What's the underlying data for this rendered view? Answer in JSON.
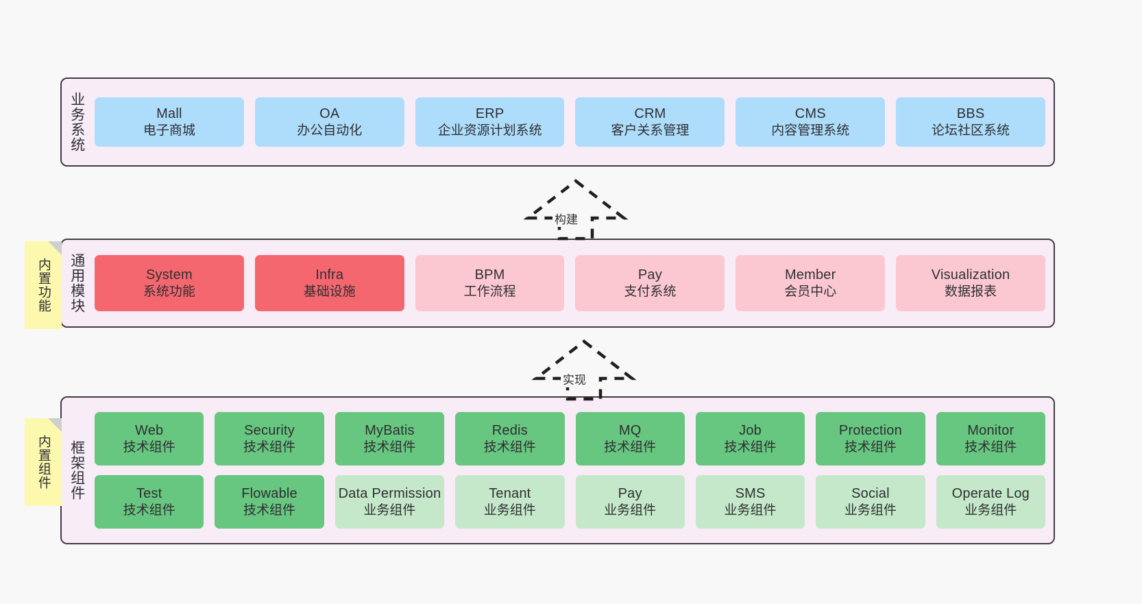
{
  "layers": [
    {
      "id": "business",
      "title": "业务系统",
      "rows": [
        {
          "cards": [
            {
              "name": "Mall",
              "sub": "电子商城",
              "color": "#aeddfb",
              "variant": "c-blue"
            },
            {
              "name": "OA",
              "sub": "办公自动化",
              "color": "#aeddfb",
              "variant": "c-blue"
            },
            {
              "name": "ERP",
              "sub": "企业资源计划系统",
              "color": "#aeddfb",
              "variant": "c-blue"
            },
            {
              "name": "CRM",
              "sub": "客户关系管理",
              "color": "#aeddfb",
              "variant": "c-blue"
            },
            {
              "name": "CMS",
              "sub": "内容管理系统",
              "color": "#aeddfb",
              "variant": "c-blue"
            },
            {
              "name": "BBS",
              "sub": "论坛社区系统",
              "color": "#aeddfb",
              "variant": "c-blue"
            }
          ]
        }
      ]
    },
    {
      "id": "modules",
      "title": "通用模块",
      "rows": [
        {
          "cards": [
            {
              "name": "System",
              "sub": "系统功能",
              "color": "#f4676f",
              "variant": "c-red"
            },
            {
              "name": "Infra",
              "sub": "基础设施",
              "color": "#f4676f",
              "variant": "c-red"
            },
            {
              "name": "BPM",
              "sub": "工作流程",
              "color": "#fbc8d2",
              "variant": "c-pink"
            },
            {
              "name": "Pay",
              "sub": "支付系统",
              "color": "#fbc8d2",
              "variant": "c-pink"
            },
            {
              "name": "Member",
              "sub": "会员中心",
              "color": "#fbc8d2",
              "variant": "c-pink"
            },
            {
              "name": "Visualization",
              "sub": "数据报表",
              "color": "#fbc8d2",
              "variant": "c-pink"
            }
          ]
        }
      ]
    },
    {
      "id": "framework",
      "title": "框架组件",
      "rows": [
        {
          "cards": [
            {
              "name": "Web",
              "sub": "技术组件",
              "color": "#67c67f",
              "variant": "c-green"
            },
            {
              "name": "Security",
              "sub": "技术组件",
              "color": "#67c67f",
              "variant": "c-green"
            },
            {
              "name": "MyBatis",
              "sub": "技术组件",
              "color": "#67c67f",
              "variant": "c-green"
            },
            {
              "name": "Redis",
              "sub": "技术组件",
              "color": "#67c67f",
              "variant": "c-green"
            },
            {
              "name": "MQ",
              "sub": "技术组件",
              "color": "#67c67f",
              "variant": "c-green"
            },
            {
              "name": "Job",
              "sub": "技术组件",
              "color": "#67c67f",
              "variant": "c-green"
            },
            {
              "name": "Protection",
              "sub": "技术组件",
              "color": "#67c67f",
              "variant": "c-green"
            },
            {
              "name": "Monitor",
              "sub": "技术组件",
              "color": "#67c67f",
              "variant": "c-green"
            }
          ]
        },
        {
          "cards": [
            {
              "name": "Test",
              "sub": "技术组件",
              "color": "#67c67f",
              "variant": "c-green"
            },
            {
              "name": "Flowable",
              "sub": "技术组件",
              "color": "#67c67f",
              "variant": "c-green"
            },
            {
              "name": "Data Permission",
              "sub": "业务组件",
              "color": "#c4e8c9",
              "variant": "c-greenlight"
            },
            {
              "name": "Tenant",
              "sub": "业务组件",
              "color": "#c4e8c9",
              "variant": "c-greenlight"
            },
            {
              "name": "Pay",
              "sub": "业务组件",
              "color": "#c4e8c9",
              "variant": "c-greenlight"
            },
            {
              "name": "SMS",
              "sub": "业务组件",
              "color": "#c4e8c9",
              "variant": "c-greenlight"
            },
            {
              "name": "Social",
              "sub": "业务组件",
              "color": "#c4e8c9",
              "variant": "c-greenlight"
            },
            {
              "name": "Operate Log",
              "sub": "业务组件",
              "color": "#c4e8c9",
              "variant": "c-greenlight"
            }
          ]
        }
      ]
    }
  ],
  "sticky_notes": [
    {
      "id": "modules",
      "text": "内置功能",
      "color": "#fcf8ae"
    },
    {
      "id": "framework",
      "text": "内置组件",
      "color": "#fcf8ae"
    }
  ],
  "arrows": [
    {
      "id": "build",
      "label": "构建"
    },
    {
      "id": "realize",
      "label": "实现"
    }
  ],
  "colors": {
    "canvas_background": "#f8f8f8",
    "layer_background": "#f8ecf7",
    "layer_border": "#423b44",
    "business_card": "#aeddfb",
    "module_core_card": "#f4676f",
    "module_card": "#fbc8d2",
    "tech_component_card": "#67c67f",
    "business_component_card": "#c4e8c9",
    "sticky_note": "#fcf8ae",
    "sticky_fold": "#cfcfcf",
    "arrow_stroke": "#1f1f1f",
    "text": "#2f2f33"
  }
}
